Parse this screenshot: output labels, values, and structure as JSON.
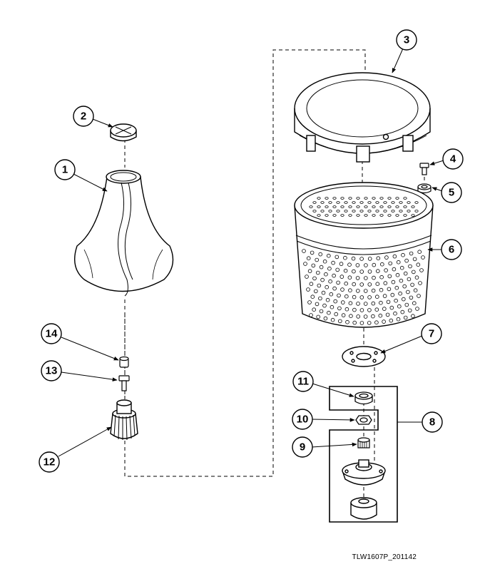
{
  "callouts": [
    {
      "id": "1",
      "label": "1"
    },
    {
      "id": "2",
      "label": "2"
    },
    {
      "id": "3",
      "label": "3"
    },
    {
      "id": "4",
      "label": "4"
    },
    {
      "id": "5",
      "label": "5"
    },
    {
      "id": "6",
      "label": "6"
    },
    {
      "id": "7",
      "label": "7"
    },
    {
      "id": "8",
      "label": "8"
    },
    {
      "id": "9",
      "label": "9"
    },
    {
      "id": "10",
      "label": "10"
    },
    {
      "id": "11",
      "label": "11"
    },
    {
      "id": "12",
      "label": "12"
    },
    {
      "id": "13",
      "label": "13"
    },
    {
      "id": "14",
      "label": "14"
    }
  ],
  "reference_code": "TLW1607P_201142"
}
